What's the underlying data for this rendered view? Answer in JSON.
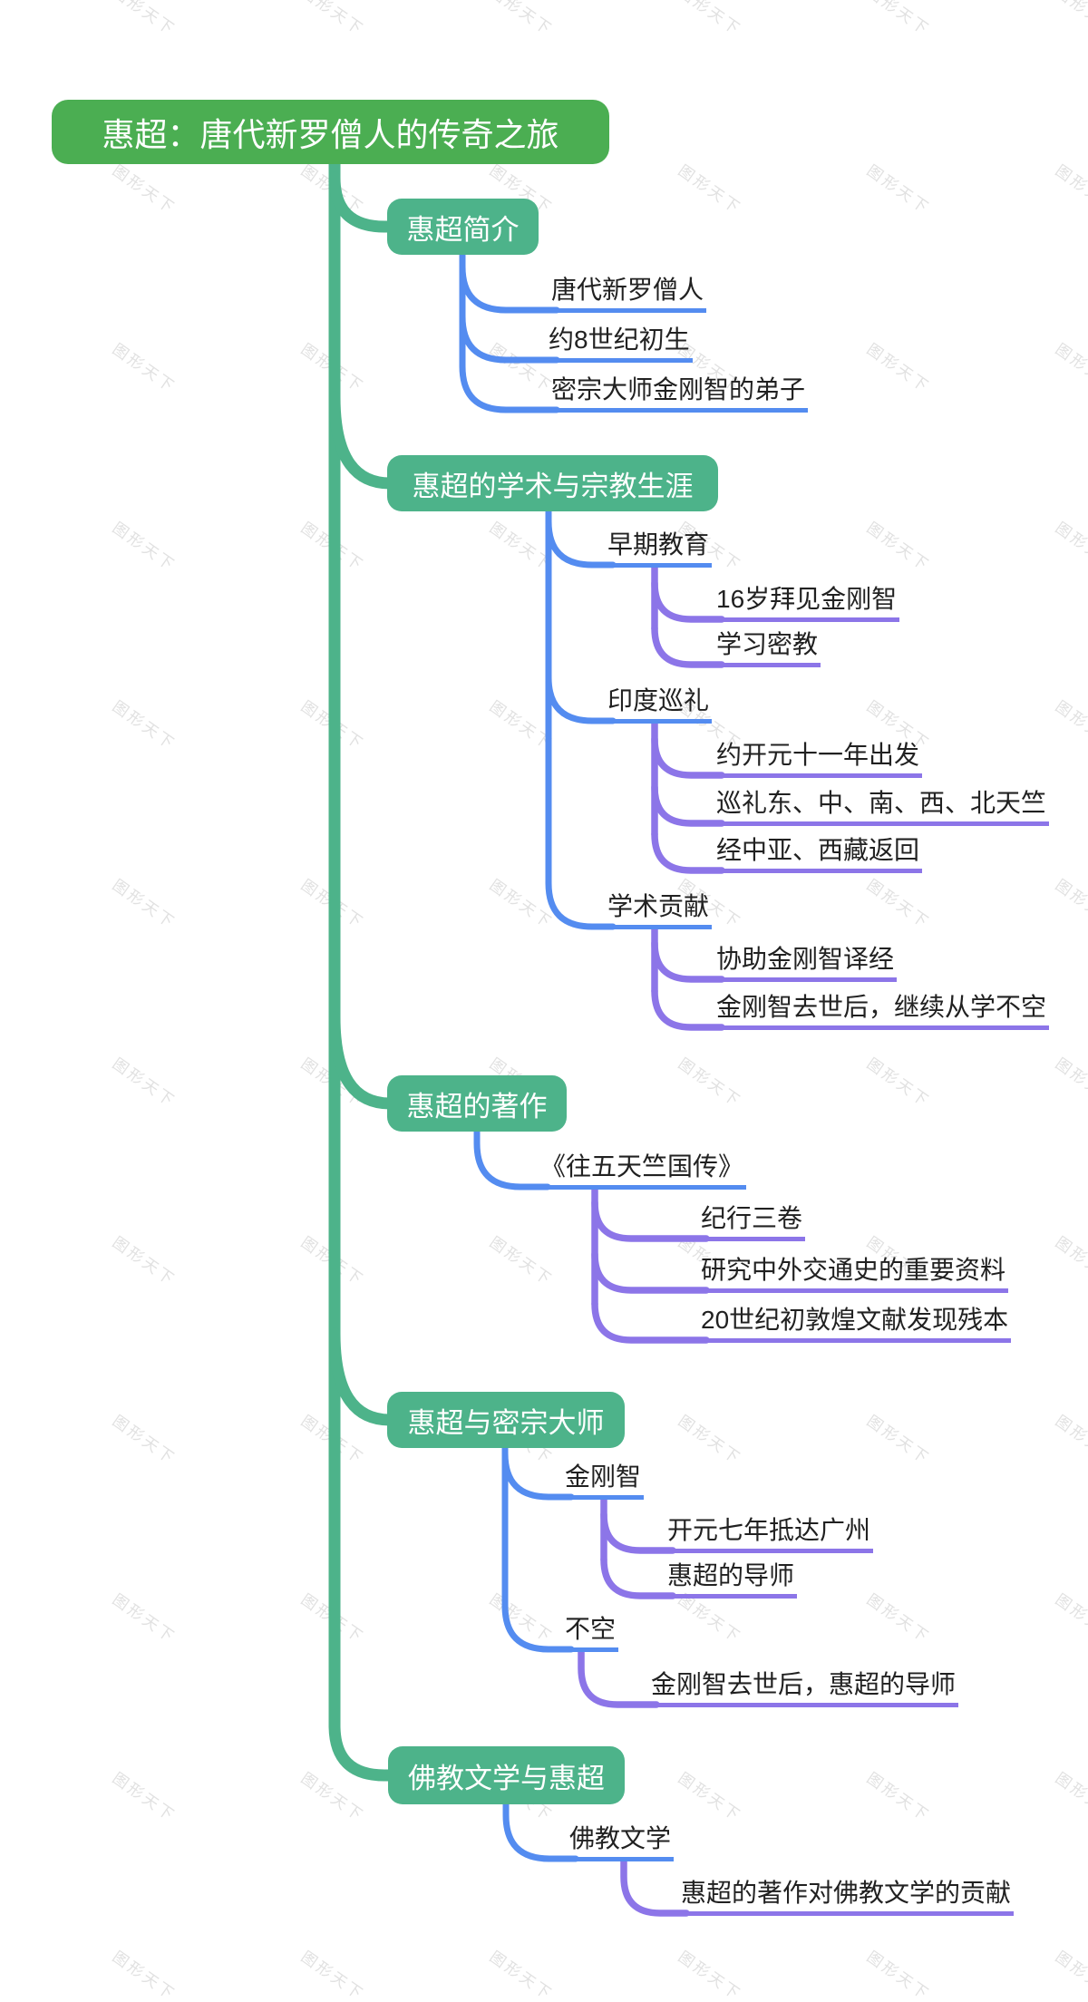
{
  "watermark": {
    "text": "图形天下"
  },
  "palette": {
    "root_green": "#4bae52",
    "branch_green": "#4db38a",
    "trunk_green": "#4db38a",
    "level2_blue": "#548cf0",
    "level3_purple": "#8c75e8",
    "watermark_gray": "#e1e1e1",
    "text_dark": "#212121"
  },
  "root": {
    "label": "惠超：唐代新罗僧人的传奇之旅"
  },
  "branches": [
    {
      "label": "惠超简介",
      "children": [
        {
          "label": "唐代新罗僧人"
        },
        {
          "label": "约8世纪初生"
        },
        {
          "label": "密宗大师金刚智的弟子"
        }
      ]
    },
    {
      "label": "惠超的学术与宗教生涯",
      "children": [
        {
          "label": "早期教育",
          "children": [
            {
              "label": "16岁拜见金刚智"
            },
            {
              "label": "学习密教"
            }
          ]
        },
        {
          "label": "印度巡礼",
          "children": [
            {
              "label": "约开元十一年出发"
            },
            {
              "label": "巡礼东、中、南、西、北天竺"
            },
            {
              "label": "经中亚、西藏返回"
            }
          ]
        },
        {
          "label": "学术贡献",
          "children": [
            {
              "label": "协助金刚智译经"
            },
            {
              "label": "金刚智去世后，继续从学不空"
            }
          ]
        }
      ]
    },
    {
      "label": "惠超的著作",
      "children": [
        {
          "label": "《往五天竺国传》",
          "children": [
            {
              "label": "纪行三卷"
            },
            {
              "label": "研究中外交通史的重要资料"
            },
            {
              "label": "20世纪初敦煌文献发现残本"
            }
          ]
        }
      ]
    },
    {
      "label": "惠超与密宗大师",
      "children": [
        {
          "label": "金刚智",
          "children": [
            {
              "label": "开元七年抵达广州"
            },
            {
              "label": "惠超的导师"
            }
          ]
        },
        {
          "label": "不空",
          "children": [
            {
              "label": "金刚智去世后，惠超的导师"
            }
          ]
        }
      ]
    },
    {
      "label": "佛教文学与惠超",
      "children": [
        {
          "label": "佛教文学",
          "children": [
            {
              "label": "惠超的著作对佛教文学的贡献"
            }
          ]
        }
      ]
    }
  ]
}
